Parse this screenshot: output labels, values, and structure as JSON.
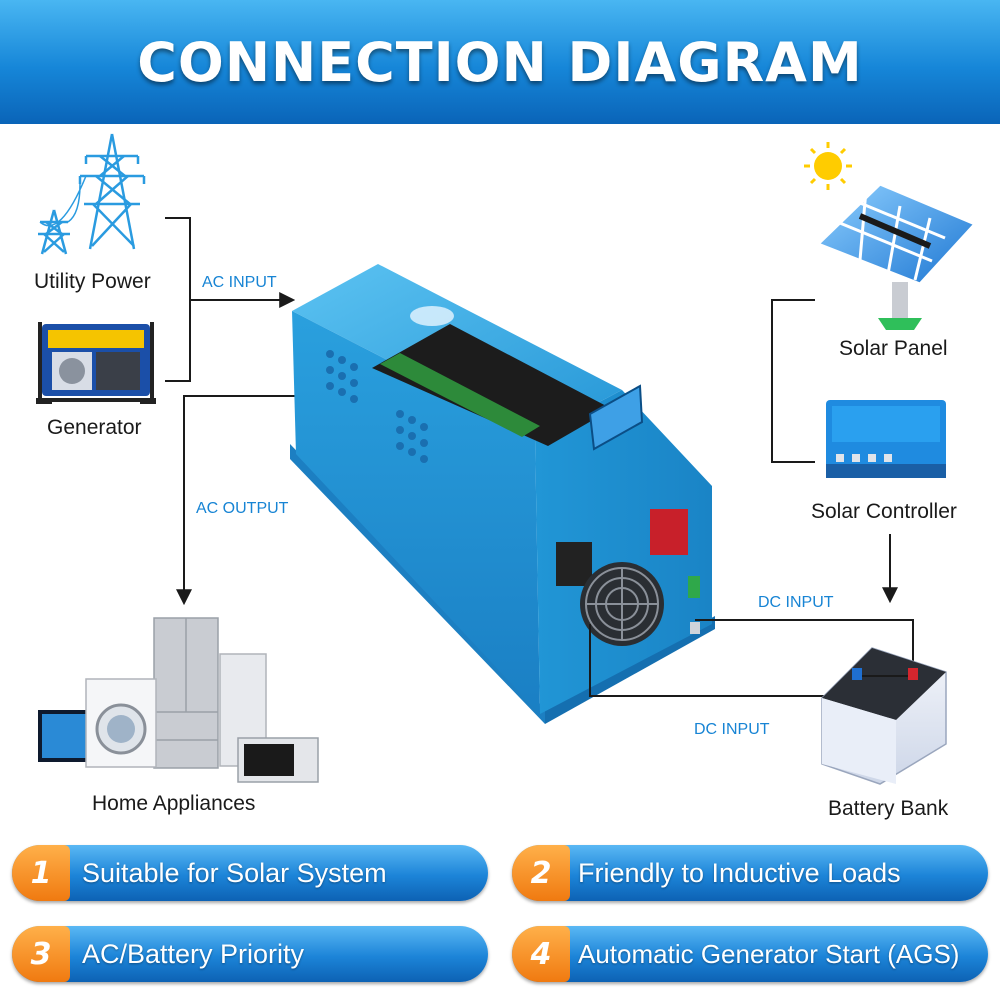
{
  "header": {
    "title": "CONNECTION DIAGRAM"
  },
  "components": {
    "utility_power": "Utility Power",
    "generator": "Generator",
    "home_appliances": "Home Appliances",
    "solar_panel": "Solar Panel",
    "solar_controller": "Solar Controller",
    "battery_bank": "Battery Bank"
  },
  "flows": {
    "ac_input": "AC INPUT",
    "ac_output": "AC OUTPUT",
    "dc_input_controller": "DC INPUT",
    "dc_input_inverter": "DC INPUT"
  },
  "features": [
    {
      "num": "1",
      "text": "Suitable for Solar System"
    },
    {
      "num": "2",
      "text": "Friendly to Inductive Loads"
    },
    {
      "num": "3",
      "text": "AC/Battery Priority"
    },
    {
      "num": "4",
      "text": "Automatic Generator Start (AGS)"
    }
  ],
  "colors": {
    "brand_blue": "#1784d4",
    "inverter_blue": "#2fa2df",
    "accent_orange": "#f07a10"
  }
}
